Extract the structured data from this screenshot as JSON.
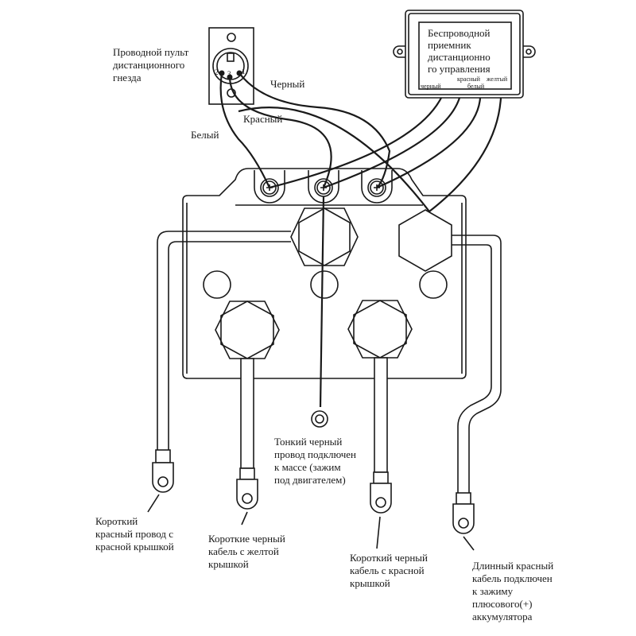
{
  "title": "Схема подключения лебедки",
  "colors": {
    "line": "#1a1a1a",
    "background": "#ffffff"
  },
  "socket": {
    "label": "Проводной пульт\nдистанционного\nгнезда",
    "pins": [
      "2",
      "3",
      "1"
    ]
  },
  "wires": {
    "black": "Черный",
    "red": "Красный",
    "white": "Белый"
  },
  "receiver": {
    "label": "Беспроводной\nприемник\nдистанционно\nго управления",
    "terminals": [
      "красный",
      "желтый",
      "черный",
      "белый"
    ]
  },
  "callouts": {
    "ground_wire": "Тонкий черный\nпровод подключен\nк массе (зажим\nпод двигателем)",
    "short_red": "Короткий\nкрасный провод с\nкрасной крышкой",
    "short_black_yellow": "Короткие черный\nкабель с желтой\nкрышкой",
    "short_black_red": "Короткий черный\nкабель с красной\nкрышкой",
    "long_red": "Длинный красный\nкабель подключен\nк зажиму\nплюсового(+)\nаккумулятора"
  }
}
